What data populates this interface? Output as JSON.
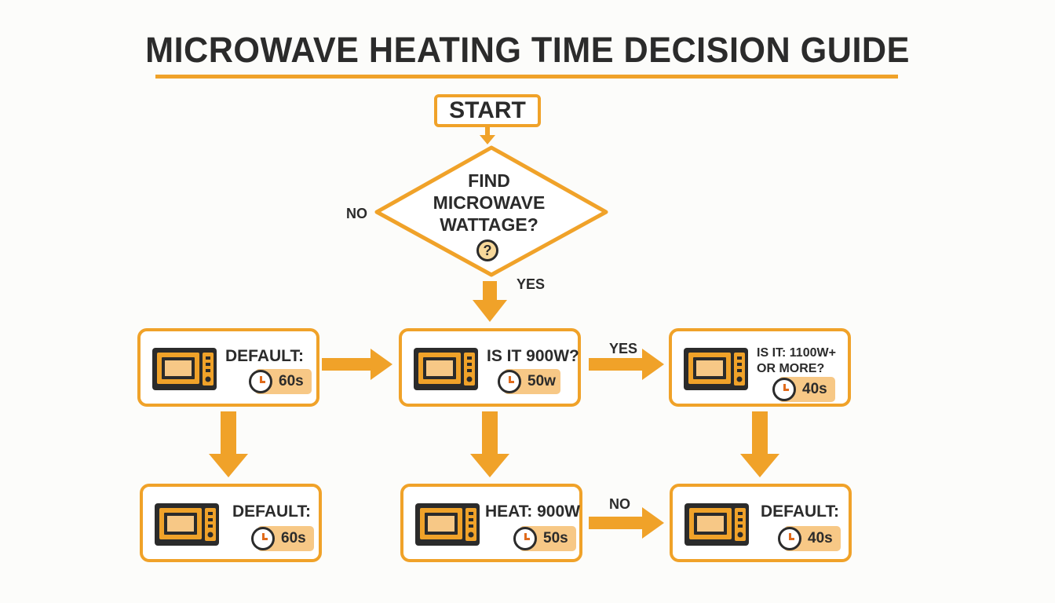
{
  "title": "MICROWAVE HEATING TIME DECISION GUIDE",
  "start_label": "START",
  "decision": {
    "lines": [
      "FIND",
      "MICROWAVE",
      "WATTAGE?"
    ],
    "badge": "?"
  },
  "edge_labels": {
    "no_left": "NO",
    "yes_down": "YES",
    "yes_right": "YES",
    "no_bottom": "NO"
  },
  "nodes": {
    "top_left": {
      "lines": [
        "DEFAULT:"
      ],
      "time": "60s"
    },
    "top_mid": {
      "lines": [
        "IS IT 900W?"
      ],
      "time": "50w"
    },
    "top_right": {
      "lines": [
        "IS IT: 1100W+",
        "OR MORE?"
      ],
      "time": "40s"
    },
    "bottom_left": {
      "lines": [
        "DEFAULT:"
      ],
      "time": "60s"
    },
    "bottom_mid": {
      "lines": [
        "HEAT: 900W"
      ],
      "time": "50s"
    },
    "bottom_right": {
      "lines": [
        "DEFAULT:"
      ],
      "time": "40s"
    }
  },
  "colors": {
    "accent": "#f0a229",
    "text": "#2b2b2b",
    "pill": "#f7c886",
    "microwave_body": "#2b2b2b",
    "microwave_window": "#f0a229"
  },
  "icons": {
    "node_icon": "microwave-icon",
    "time_icon": "clock-icon",
    "decision_icon": "question-icon"
  }
}
